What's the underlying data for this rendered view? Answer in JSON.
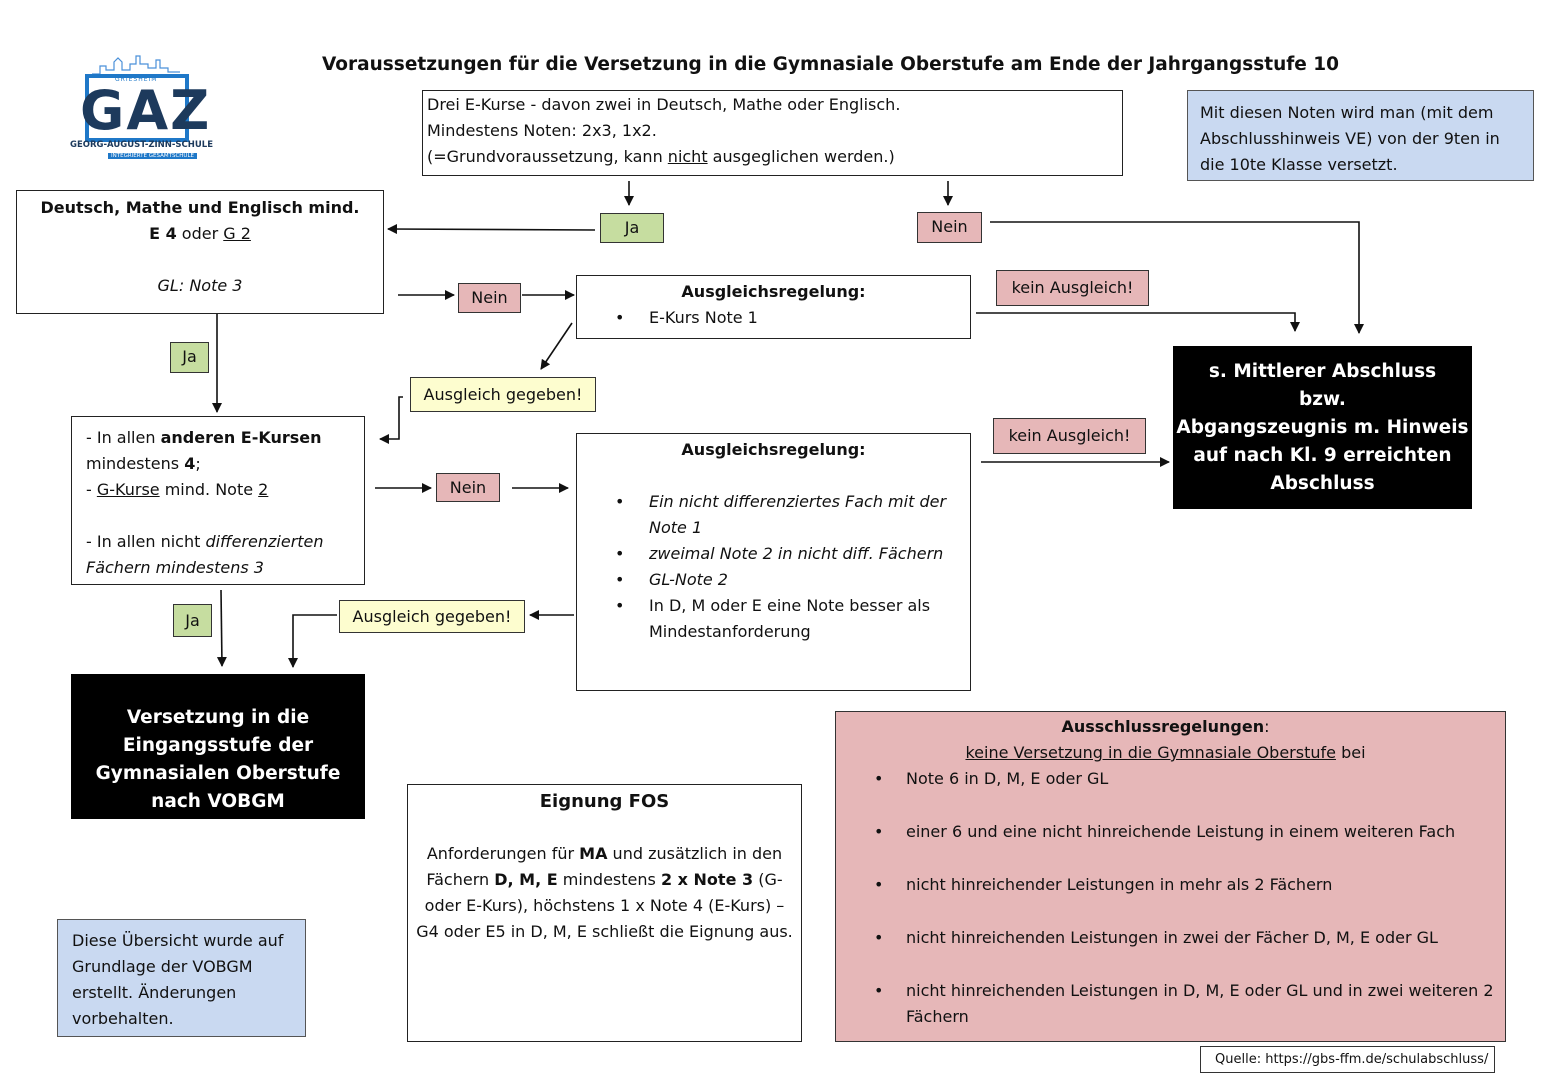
{
  "title": "Voraussetzungen für die Versetzung in die Gymnasiale Oberstufe am Ende der Jahrgangsstufe 10",
  "logo": {
    "main": "GAZ",
    "top": "GRIESHEIM",
    "school": "GEORG-AUGUST-ZINN-SCHULE",
    "sub": "INTEGRIERTE GESAMTSCHULE"
  },
  "top_box": {
    "line1": "Drei E-Kurse - davon zwei in Deutsch, Mathe oder Englisch.",
    "line2": "Mindestens Noten: 2x3, 1x2.",
    "line3_a": "(=Grundvoraussetzung, kann ",
    "line3_u": "nicht",
    "line3_b": " ausgeglichen werden.)"
  },
  "info_top": "Mit diesen Noten wird man (mit dem Abschlusshinweis VE) von der 9ten in die 10te Klasse versetzt.",
  "tags": {
    "ja": "Ja",
    "nein": "Nein",
    "kein_ausgleich": "kein Ausgleich!",
    "ausgleich_gegeben": "Ausgleich gegeben!"
  },
  "dme_box": {
    "line1": "Deutsch, Mathe und Englisch mind.",
    "e4": "E 4",
    "oder": " oder ",
    "g2": "G 2",
    "gl": "GL: Note 3"
  },
  "ausgleich1": {
    "heading": "Ausgleichsregelung:",
    "items": [
      "E-Kurs Note 1"
    ]
  },
  "mittlerer": {
    "lines": [
      "s. Mittlerer Abschluss",
      "bzw.",
      "Abgangszeugnis m. Hinweis",
      "auf nach Kl. 9 erreichten",
      "Abschluss"
    ]
  },
  "ekurse_box": {
    "p1_a": "- In allen ",
    "p1_b": "anderen E-Kursen",
    "p1_c": " mindestens ",
    "p1_d": "4",
    "p1_e": ";",
    "p2_a": "- ",
    "p2_b": "G-Kurse",
    "p2_c": " mind. Note ",
    "p2_d": "2",
    "p3_a": "- In allen nicht ",
    "p3_b": "differenzierten Fächern mindestens 3"
  },
  "ausgleich2": {
    "heading": "Ausgleichsregelung:",
    "items": [
      "Ein nicht differenziertes Fach mit der Note 1",
      "zweimal Note 2 in nicht diff. Fächern",
      "GL-Note 2",
      "In D, M oder E eine Note besser als Mindestanforderung"
    ]
  },
  "versetzung": {
    "lines": [
      "Versetzung in die",
      "Eingangsstufe der",
      "Gymnasialen Oberstufe",
      "nach VOBGM"
    ]
  },
  "fos": {
    "heading": "Eignung FOS",
    "t1": "Anforderungen für ",
    "t2": "MA",
    "t3": " und zusätzlich in den Fächern ",
    "t4": "D, M, E",
    "t5": " mindestens ",
    "t6": "2 x Note 3",
    "t7": " (G- oder E-Kurs), höchstens 1 x Note 4 (E-Kurs) – G4 oder E5 in D, M, E schließt die Eignung aus."
  },
  "ausschluss": {
    "heading": "Ausschlussregelungen",
    "colon": ":",
    "sub_u": "keine Versetzung in die Gymnasiale Oberstufe",
    "sub_rest": " bei",
    "items": [
      "Note 6 in D, M, E oder GL",
      "einer 6 und eine nicht hinreichende Leistung in einem weiteren Fach",
      "nicht hinreichender Leistungen in mehr als 2 Fächern",
      "nicht hinreichenden Leistungen in zwei der Fächer D, M, E oder GL",
      "nicht hinreichenden Leistungen in D, M, E oder GL und in zwei weiteren 2 Fächern"
    ]
  },
  "info_bottom": "Diese Übersicht wurde auf Grundlage der VOBGM erstellt. Änderungen vorbehalten.",
  "source": "Quelle: https://gbs-ffm.de/schulabschluss/",
  "colors": {
    "green": "#c6dda0",
    "red": "#e6b7b8",
    "yellow": "#fdfdcf",
    "blue": "#c9d9f1",
    "logo_blue": "#1f78c8",
    "logo_dark": "#1d3a5c"
  }
}
